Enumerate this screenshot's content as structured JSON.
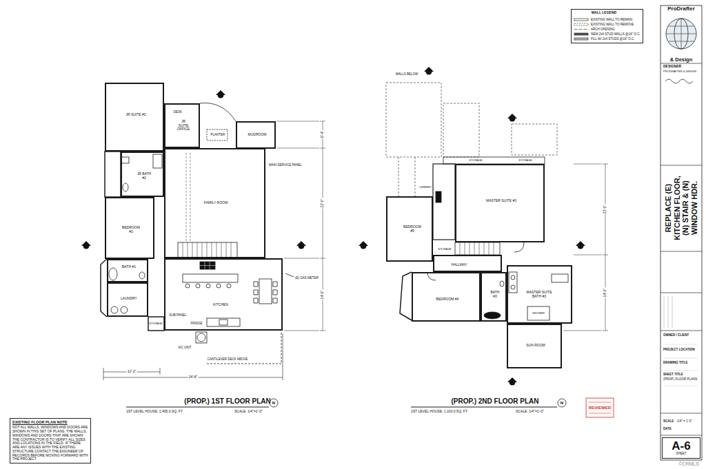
{
  "diagram": {
    "title": "REPLACE (E) KITCHEN FLOOR, (N) STAIR & (N) WINDOW HDR.",
    "nodes": [
      {
        "text": [
          "JR SUITE #2"
        ]
      },
      {
        "text": [
          "JR SUITE OFFICE"
        ]
      },
      {
        "text": [
          "MUDROOM"
        ]
      },
      {
        "text": [
          "JR BATH #2"
        ]
      },
      {
        "text": [
          "FAMILY ROOM"
        ]
      },
      {
        "text": [
          "BEDROOM #1"
        ]
      },
      {
        "text": [
          "BATH #1"
        ]
      },
      {
        "text": [
          "LAUNDRY"
        ]
      },
      {
        "text": [
          "KITCHEN"
        ]
      },
      {
        "text": [
          "MASTER SUITE #3"
        ]
      },
      {
        "text": [
          "BEDROOM #5"
        ]
      },
      {
        "text": [
          "HALLWAY"
        ]
      },
      {
        "text": [
          "BEDROOM #4"
        ]
      },
      {
        "text": [
          "BATH #3"
        ]
      },
      {
        "text": [
          "MASTER SUITE BATH #3"
        ]
      },
      {
        "text": [
          "SUN ROOM"
        ]
      },
      {
        "text": [
          "EXISTING FLOOR PLAN NOTE",
          "NOT ALL WALLS, WINDOWS AND DOORS ARE SHOWN IN THIS SET OF PLANS. THE WALLS, WINDOWS AND DOORS THAT ARE SHOWN THE CONTRACTOR IS TO VERIFY ALL SIZES AND LOCATIONS IN THE FIELD. IF THERE ARE ANY ISSUES WITH THE EXISTING STRUCTURE CONTACT THE ENGINEER OF RECORDS BEFORE MOVING FORWARD WITH THE PROJECT."
        ]
      },
      {
        "text": [
          "ProDrafter",
          "& Design"
        ]
      },
      {
        "text": [
          "A-6",
          "SHEET"
        ]
      }
    ],
    "labels": [
      "(PROP.) 1ST FLOOR PLAN",
      "1ST LEVEL HOUSE: 1,495.0 SQ. FT",
      "SCALE: 1/4\"=1'-0\"",
      "N",
      "(PROP.) 2ND FLOOR PLAN",
      "1ST LEVEL HOUSE: 1,103.0 SQ. FT",
      "SCALE: 1/4\"=1'-0\"",
      "N",
      "WALL LEGEND",
      "DESIGNER",
      "PRODRAFTER & DESIGN",
      "OWNER / CLIENT",
      "PROJECT LOCATION",
      "DRAWING TITLE",
      "SHEET TITLE",
      "(PROP.) FLOOR PLANS",
      "SCALE",
      "1/4\" = 1'-0\"",
      "DATE",
      "REVIEWED",
      "©CRMLS",
      "MAIN SERVICE PANEL",
      "(E) GAS METER",
      "A/C UNIT",
      "CANTILEVER DECK ABOVE",
      "PLANTER",
      "DESK",
      "SUB PANEL",
      "FRIDGE",
      "STORAGE",
      "12'-2\"",
      "24'-8\"",
      "6'-4\"",
      "22'-0\"",
      "14'-0\"",
      "WALLS BELOW",
      "STORAGE",
      "STORAGE",
      "STORAGE",
      "CHIMNEY",
      "SHOWER",
      "22'-0\"",
      "14'-0\""
    ],
    "legend": [
      {
        "text": "EXISTING WALL TO REMAIN"
      },
      {
        "text": "EXISTING WALL TO REMOVE"
      },
      {
        "text": "ARCH OPENING"
      },
      {
        "text": "NEW 2x4 STUD WALLS @16\" O.C."
      },
      {
        "text": "FILL W/ 2x4 STUDS @16\" O.C."
      }
    ]
  }
}
